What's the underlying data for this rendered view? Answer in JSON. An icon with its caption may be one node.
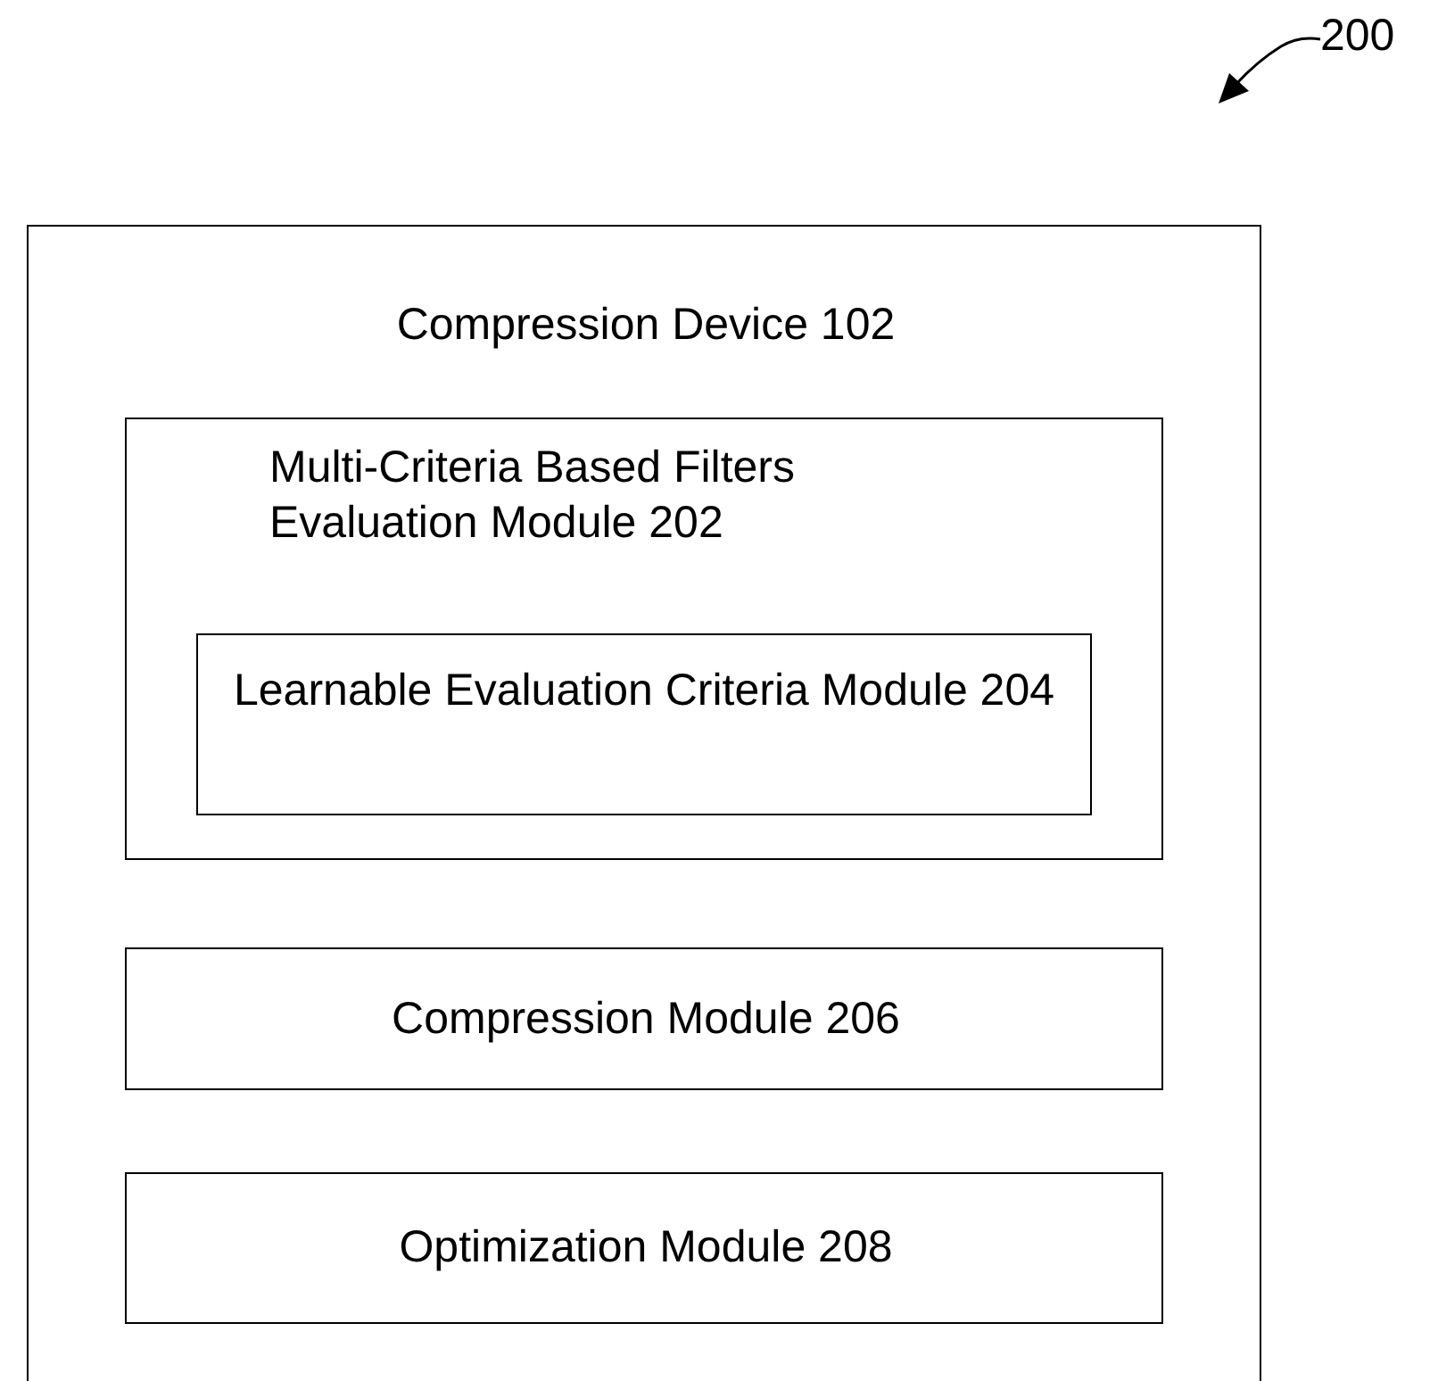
{
  "diagram": {
    "nodes": [
      {
        "text": [
          "Compression Device 102"
        ]
      },
      {
        "text": [
          "Multi-Criteria Based Filters Evaluation Module 202"
        ],
        "in": 0
      },
      {
        "text": [
          "Learnable Evaluation Criteria Module 204"
        ],
        "in": 1
      },
      {
        "text": [
          "Compression Module 206"
        ],
        "in": 0
      },
      {
        "text": [
          "Optimization Module 208"
        ],
        "in": 0
      }
    ],
    "edges": [],
    "labels": [
      "200"
    ]
  }
}
